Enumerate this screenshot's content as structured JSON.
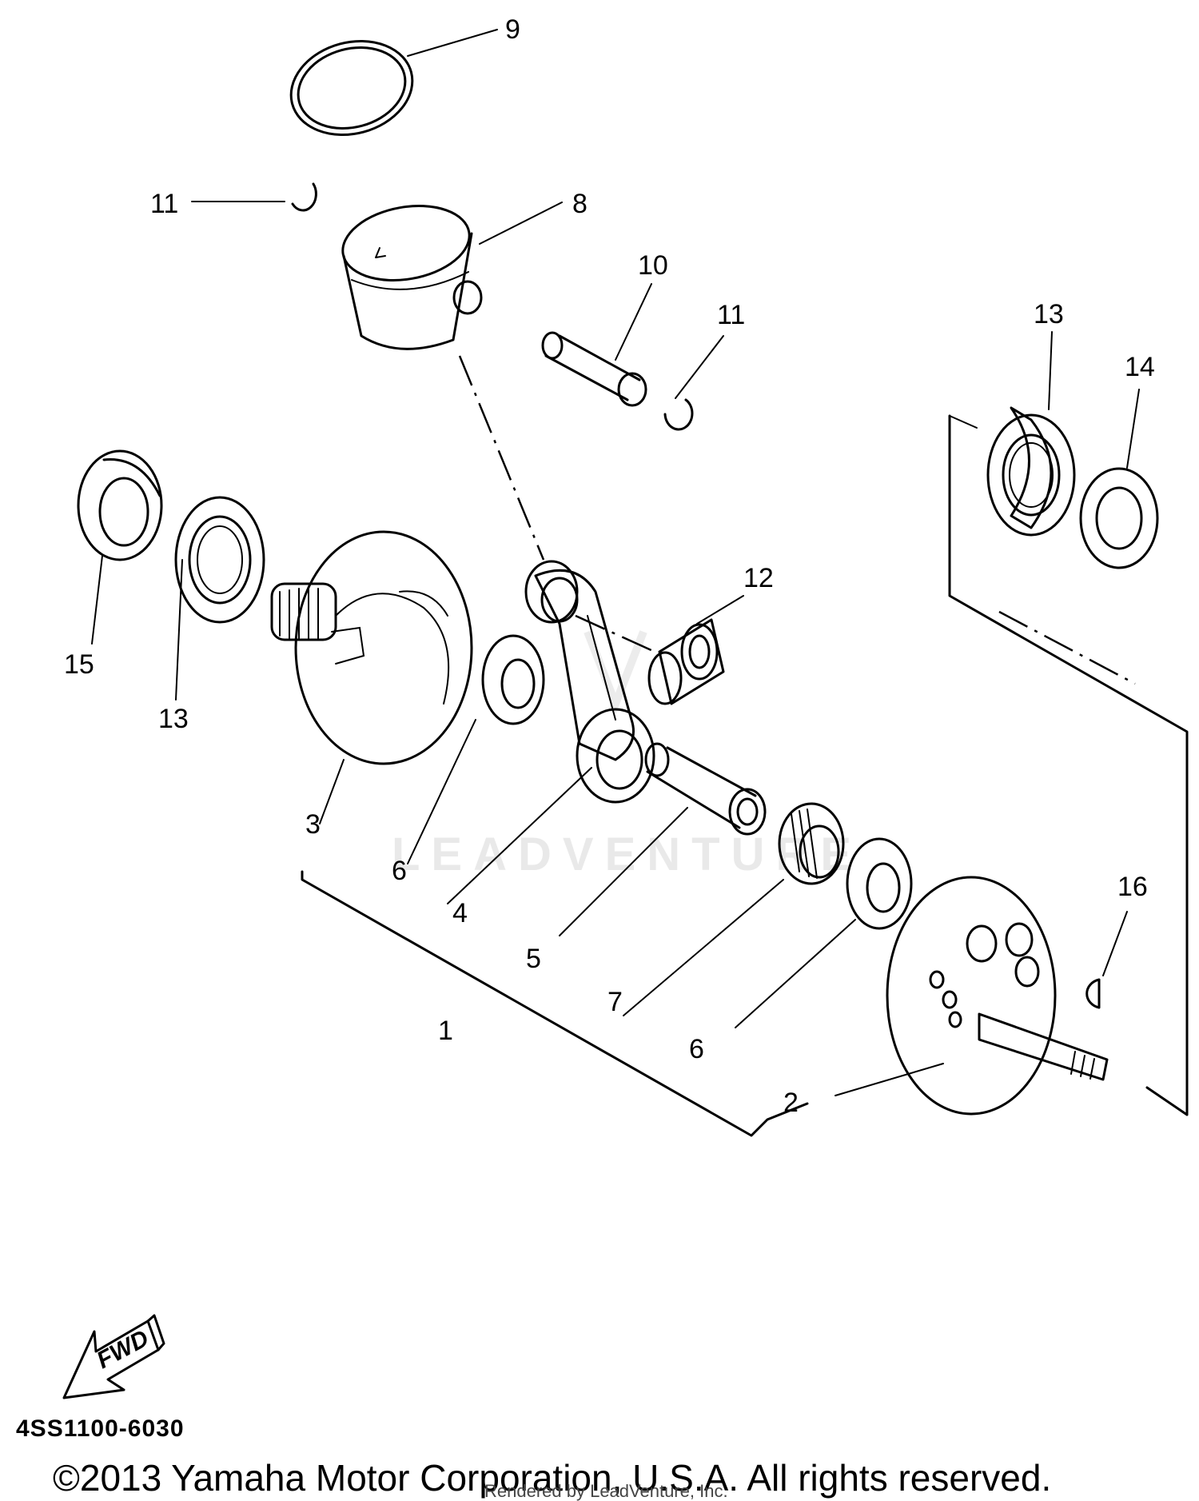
{
  "callouts": [
    "9",
    "11",
    "8",
    "10",
    "11",
    "13",
    "14",
    "12",
    "15",
    "13",
    "3",
    "6",
    "4",
    "5",
    "1",
    "7",
    "6",
    "2",
    "16"
  ],
  "watermark": "LEADVENTURE",
  "fwd_label": "FWD",
  "diagram_code": "4SS1100-6030",
  "copyright": "©2013 Yamaha Motor Corporation, U.S.A. All rights reserved.",
  "rendered_by": "Rendered by LeadVenture, Inc."
}
